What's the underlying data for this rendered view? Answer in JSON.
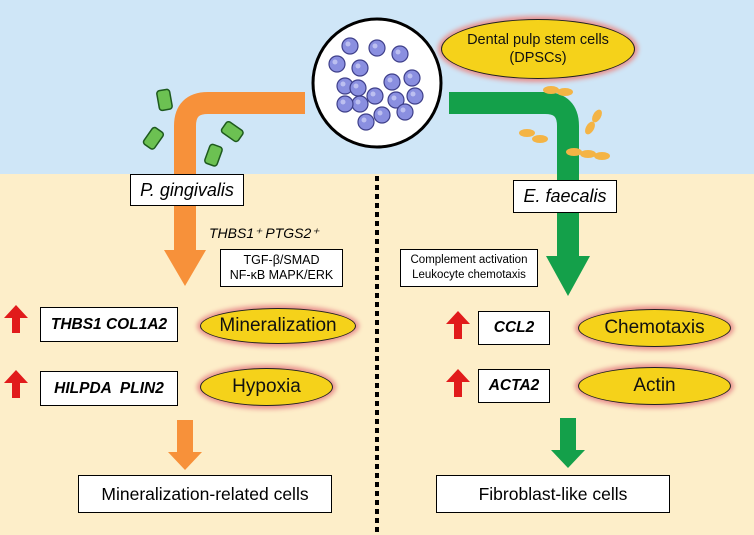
{
  "title_cells": "Dental pulp stem cells",
  "title_abbrev": "(DPSCs)",
  "left": {
    "pathogen": "P. gingivalis",
    "markers": "THBS1⁺ PTGS2⁺",
    "pathways_line1": "TGF-β/SMAD",
    "pathways_line2": "NF-κB MAPK/ERK",
    "gene_row1": "THBS1 COL1A2",
    "gene_row2": "HILPDA  PLIN2",
    "function1": "Mineralization",
    "function2": "Hypoxia",
    "outcome": "Mineralization-related cells"
  },
  "right": {
    "pathogen": "E. faecalis",
    "process_line1": "Complement activation",
    "process_line2": "Leukocyte chemotaxis",
    "gene_row1": "CCL2",
    "gene_row2": "ACTA2",
    "function1": "Chemotaxis",
    "function2": "Actin",
    "outcome": "Fibroblast-like cells"
  },
  "colors": {
    "top_band": "#cfe6f7",
    "bottom_band": "#fdeec9",
    "orange_arrow": "#f7913a",
    "green_arrow": "#14a04a",
    "up_arrow": "#e11b1b",
    "ellipse_fill": "#f5d21a",
    "cell_fill": "#8a8fe0"
  }
}
